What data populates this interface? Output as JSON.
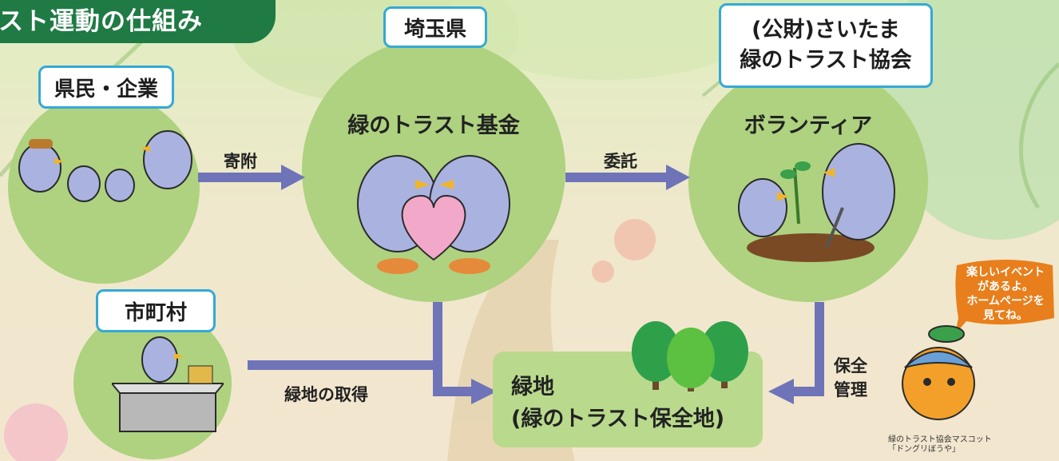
{
  "title": "スト運動の仕組み",
  "nodes": {
    "kenmin": {
      "label": "県民・企業"
    },
    "saitama": {
      "label": "埼玉県",
      "inner": "緑のトラスト基金"
    },
    "kyokai": {
      "label_line1": "(公財)さいたま",
      "label_line2": "緑のトラスト協会",
      "inner": "ボランティア"
    },
    "shichoson": {
      "label": "市町村"
    },
    "ryokuchi": {
      "line1": "緑地",
      "line2": "(緑のトラスト保全地)"
    }
  },
  "arrows": {
    "kifu": "寄附",
    "itaku": "委託",
    "shutoku": "緑地の取得",
    "hozen_line1": "保全",
    "hozen_line2": "管理"
  },
  "mascot": {
    "bubble_lines": [
      "楽しいイベント",
      "があるよ。",
      "ホームページを",
      "見てね。"
    ],
    "caption_line1": "緑のトラスト協会マスコット",
    "caption_line2": "「ドングリぼうや」"
  },
  "colors": {
    "title_bg": "#1f7a44",
    "circle_green": "#aed27f",
    "label_border": "#34a9d6",
    "arrow": "#6f73b8",
    "bubble": "#e87f1c"
  }
}
